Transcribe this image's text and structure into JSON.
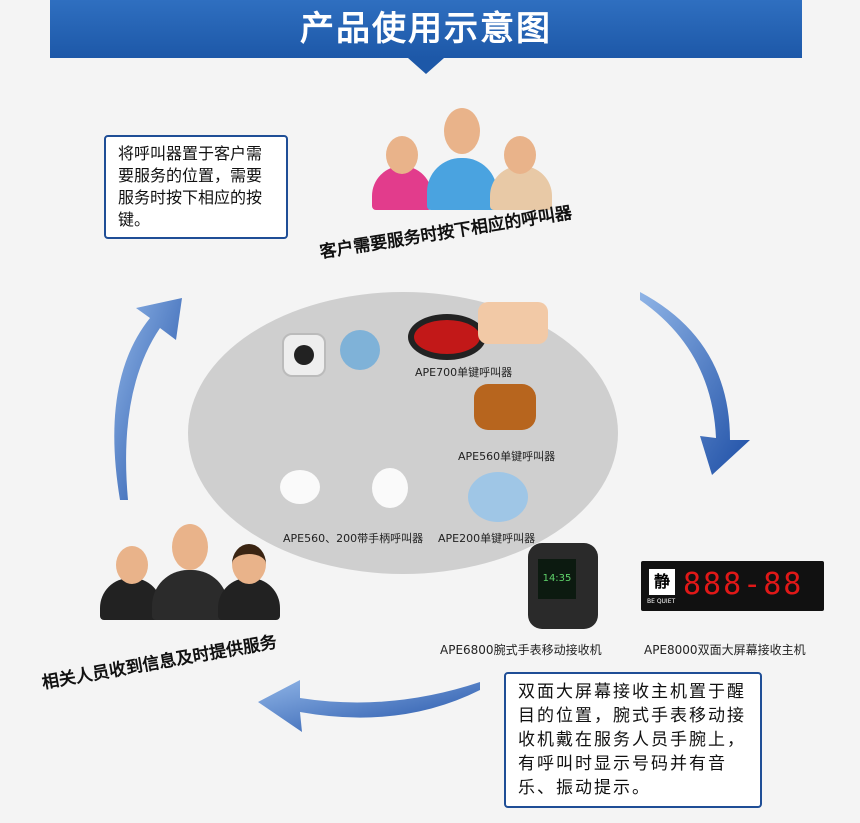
{
  "title": "产品使用示意图",
  "step1_note": "将呼叫器置于客户需要服务的位置，需要服务时按下相应的按键。",
  "step1_caption": "客户需要服务时按下相应的呼叫器",
  "step3_caption": "相关人员收到信息及时提供服务",
  "step2_note": "双面大屏幕接收主机置于醒目的位置，腕式手表移动接收机戴在服务人员手腕上，有呼叫时显示号码并有音乐、振动提示。",
  "products": {
    "ape700": "APE700单键呼叫器",
    "ape560": "APE560单键呼叫器",
    "ape560_200": "APE560、200带手柄呼叫器",
    "ape200": "APE200单键呼叫器",
    "ape6800": "APE6800腕式手表移动接收机",
    "ape8000": "APE8000双面大屏幕接收主机"
  },
  "display": {
    "digits": "888-88",
    "quiet_char": "静",
    "quiet_text": "BE QUIET",
    "watch_time": "14:35"
  },
  "colors": {
    "accent": "#1d58a8",
    "arrow": "#2a5fb5"
  }
}
